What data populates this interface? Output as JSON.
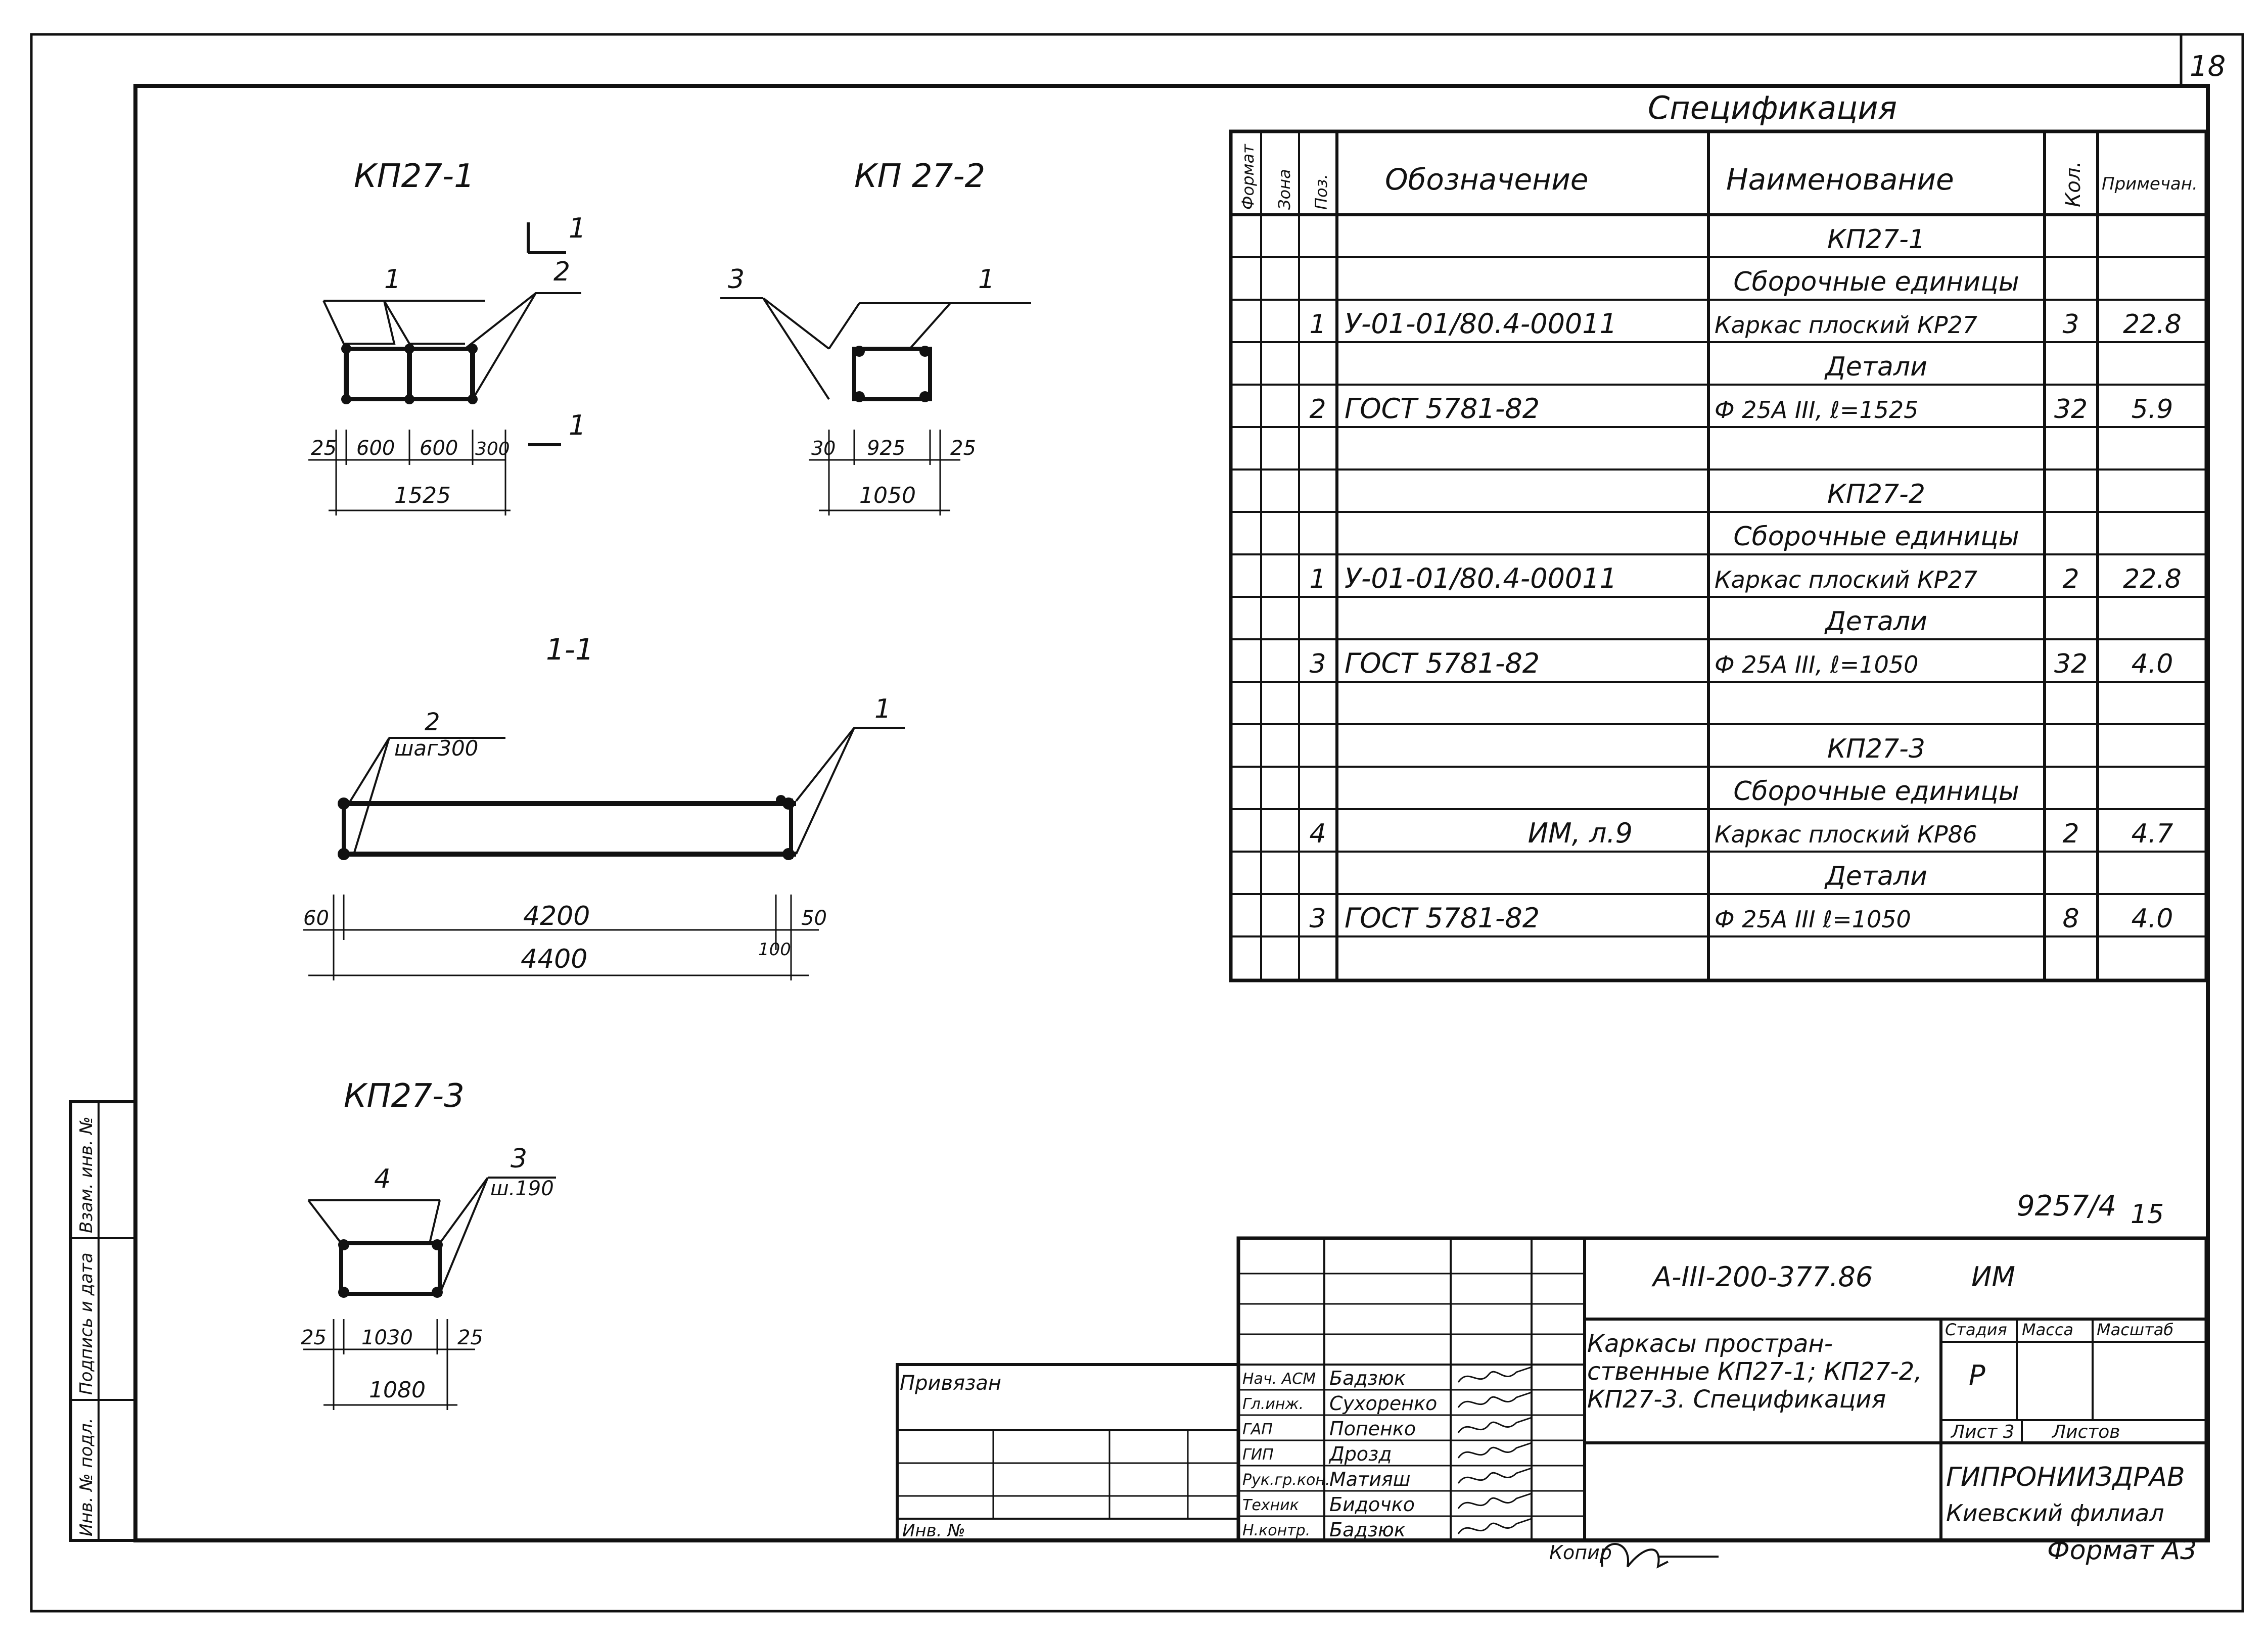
{
  "sheet": {
    "page_number": "18",
    "drawing_number": "9257/4",
    "drawing_sub": "15",
    "format": "Формат А3",
    "copied_label": "Копир"
  },
  "drawings": {
    "kp1": {
      "title": "КП27-1",
      "section_mark": "1",
      "pos_1": "1",
      "pos_2": "2",
      "dims": [
        "25",
        "600",
        "600",
        "300"
      ],
      "total": "1525"
    },
    "kp2": {
      "title": "КП 27-2",
      "pos_3": "3",
      "pos_1": "1",
      "dims": [
        "30",
        "925",
        "25"
      ],
      "total": "1050"
    },
    "section": {
      "title": "1-1",
      "pos_2": "2",
      "step": "шаг300",
      "pos_1": "1",
      "dims": [
        "60",
        "4200",
        "50"
      ],
      "total": "4400",
      "sub": "100"
    },
    "kp3": {
      "title": "КП27-3",
      "pos_4": "4",
      "pos_3": "3",
      "step": "ш.190",
      "dims": [
        "25",
        "1030",
        "25"
      ],
      "total": "1080"
    }
  },
  "spec": {
    "title": "Спецификация",
    "headers": [
      "Формат",
      "Зона",
      "Поз.",
      "Обозначение",
      "Наименование",
      "Кол.",
      "Примечан."
    ],
    "rows": [
      {
        "pos": "",
        "designation": "",
        "name": "КП27-1",
        "qty": "",
        "note": ""
      },
      {
        "pos": "",
        "designation": "",
        "name": "Сборочные единицы",
        "qty": "",
        "note": ""
      },
      {
        "pos": "1",
        "designation": "У-01-01/80.4-00011",
        "name": "Каркас плоский КР27",
        "qty": "3",
        "note": "22.8"
      },
      {
        "pos": "",
        "designation": "",
        "name": "Детали",
        "qty": "",
        "note": ""
      },
      {
        "pos": "2",
        "designation": "ГОСТ 5781-82",
        "name": "Ф 25А III, ℓ=1525",
        "qty": "32",
        "note": "5.9"
      },
      {
        "pos": "",
        "designation": "",
        "name": "",
        "qty": "",
        "note": ""
      },
      {
        "pos": "",
        "designation": "",
        "name": "КП27-2",
        "qty": "",
        "note": ""
      },
      {
        "pos": "",
        "designation": "",
        "name": "Сборочные единицы",
        "qty": "",
        "note": ""
      },
      {
        "pos": "1",
        "designation": "У-01-01/80.4-00011",
        "name": "Каркас плоский КР27",
        "qty": "2",
        "note": "22.8"
      },
      {
        "pos": "",
        "designation": "",
        "name": "Детали",
        "qty": "",
        "note": ""
      },
      {
        "pos": "3",
        "designation": "ГОСТ 5781-82",
        "name": "Ф 25А III, ℓ=1050",
        "qty": "32",
        "note": "4.0"
      },
      {
        "pos": "",
        "designation": "",
        "name": "",
        "qty": "",
        "note": ""
      },
      {
        "pos": "",
        "designation": "",
        "name": "КП27-3",
        "qty": "",
        "note": ""
      },
      {
        "pos": "",
        "designation": "",
        "name": "Сборочные единицы",
        "qty": "",
        "note": ""
      },
      {
        "pos": "4",
        "designation": "ИМ, л.9",
        "name": "Каркас плоский КР86",
        "qty": "2",
        "note": "4.7"
      },
      {
        "pos": "",
        "designation": "",
        "name": "Детали",
        "qty": "",
        "note": ""
      },
      {
        "pos": "3",
        "designation": "ГОСТ 5781-82",
        "name": "Ф 25А III ℓ=1050",
        "qty": "8",
        "note": "4.0"
      },
      {
        "pos": "",
        "designation": "",
        "name": "",
        "qty": "",
        "note": ""
      }
    ]
  },
  "title_block": {
    "doc_code": "А-III-200-377.86",
    "doc_suffix": "ИМ",
    "name_lines": [
      "Каркасы простран-",
      "ственные КП27-1; КП27-2,",
      "КП27-3. Спецификация"
    ],
    "stage_label": "Стадия",
    "mass_label": "Масса",
    "scale_label": "Масштаб",
    "stage_value": "Р",
    "sheet_label": "Лист 3",
    "sheets_label": "Листов",
    "org_1": "ГИПРОНИИЗДРАВ",
    "org_2": "Киевский филиал",
    "roles": [
      "Нач. АСМ",
      "Гл.инж.",
      "ГАП",
      "ГИП",
      "Рук.гр.кон.",
      "Техник",
      "Н.контр."
    ],
    "names": [
      "Бадзюк",
      "Сухоренко",
      "Попенко",
      "Дрозд",
      "Матияш",
      "Бидочко",
      "Бадзюк"
    ],
    "attached_label": "Привязан",
    "inv_label": "Инв. №"
  },
  "left_strip": {
    "labels": [
      "Инв. № подл.",
      "Подпись и дата",
      "Взам. инв. №"
    ]
  }
}
